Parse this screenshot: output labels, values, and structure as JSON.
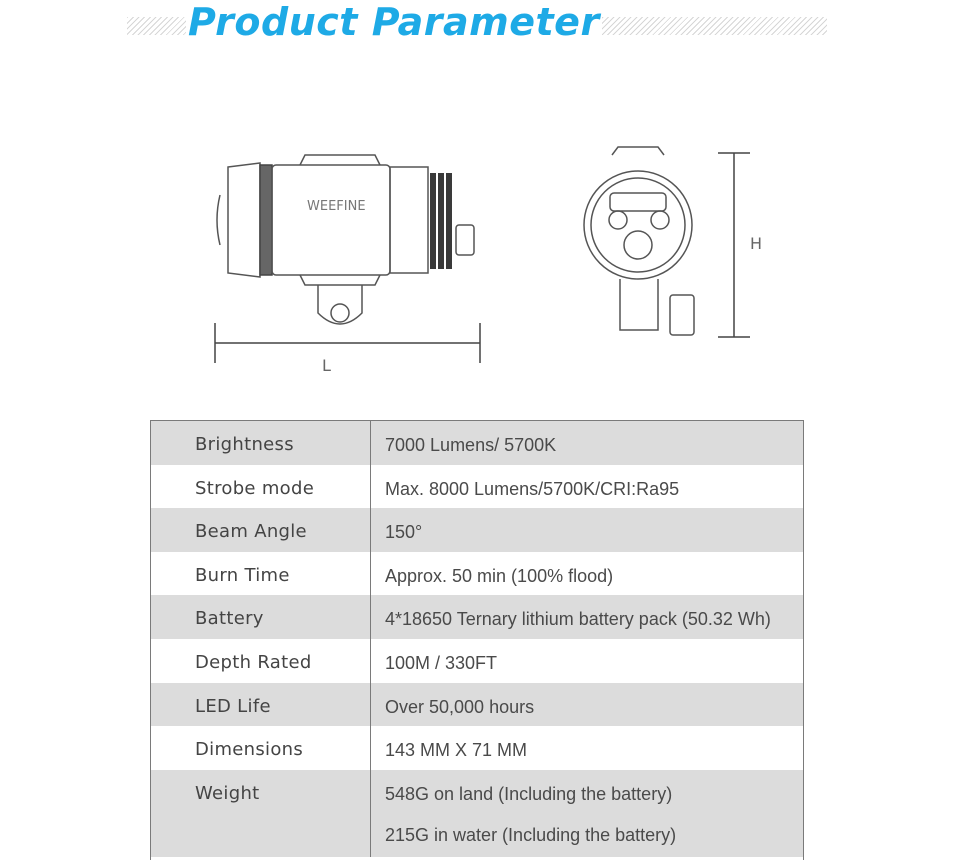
{
  "header": {
    "title": "Product Parameter"
  },
  "drawing": {
    "length_label": "L",
    "height_label": "H",
    "brand": "WEEFINE"
  },
  "specs": [
    {
      "label": "Brightness",
      "value": "7000  Lumens/ 5700K"
    },
    {
      "label": "Strobe mode",
      "value": "Max. 8000 Lumens/5700K/CRI:Ra95"
    },
    {
      "label": "Beam Angle",
      "value": "150°"
    },
    {
      "label": "Burn Time",
      "value": "Approx. 50 min (100% flood)"
    },
    {
      "label": "Battery",
      "value": "4*18650 Ternary lithium battery pack (50.32 Wh)"
    },
    {
      "label": "Depth Rated",
      "value": "100M  / 330FT"
    },
    {
      "label": "LED Life",
      "value": "Over 50,000 hours"
    },
    {
      "label": "Dimensions",
      "value": "143 MM X 71 MM"
    },
    {
      "label": "Weight",
      "value": "548G  on land (Including the battery)",
      "value2": "215G  in water (Including the battery)"
    }
  ]
}
